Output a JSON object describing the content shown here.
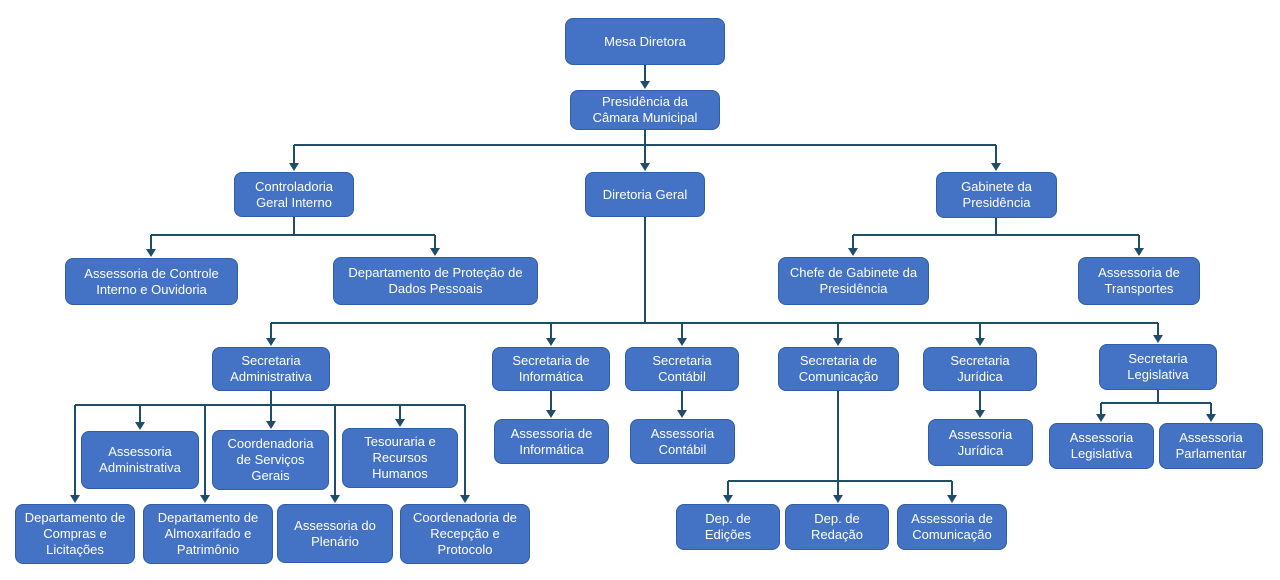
{
  "diagram_type": "org-chart",
  "colors": {
    "node_fill": "#4472C4",
    "node_border": "#2F5DA8",
    "node_text": "#FFFFFF",
    "connector": "#1F4E6B",
    "background": "#FFFFFF"
  },
  "org": {
    "mesa_diretora": "Mesa Diretora",
    "presidencia": "Presidência da Câmara Municipal",
    "controladoria": "Controladoria Geral Interno",
    "diretoria_geral": "Diretoria Geral",
    "gabinete": "Gabinete da Presidência",
    "ass_controle_interno": "Assessoria de Controle Interno e Ouvidoria",
    "dep_protecao_dados": "Departamento de Proteção de Dados Pessoais",
    "chefe_gabinete": "Chefe de Gabinete da Presidência",
    "ass_transportes": "Assessoria de Transportes",
    "sec_administrativa": "Secretaria Administrativa",
    "sec_informatica": "Secretaria de Informática",
    "sec_contabil": "Secretaria Contábil",
    "sec_comunicacao": "Secretaria de Comunicação",
    "sec_juridica": "Secretaria Jurídica",
    "sec_legislativa": "Secretaria Legislativa",
    "ass_administrativa": "Assessoria Administrativa",
    "coord_servicos_gerais": "Coordenadoria de Serviços Gerais",
    "tesouraria_rh": "Tesouraria e Recursos Humanos",
    "ass_informatica": "Assessoria de Informática",
    "ass_contabil": "Assessoria Contábil",
    "ass_juridica": "Assessoria Jurídica",
    "ass_legislativa": "Assessoria Legislativa",
    "ass_parlamentar": "Assessoria Parlamentar",
    "dep_compras_licitacoes": "Departamento de Compras e Licitações",
    "dep_almoxarifado_patrimonio": "Departamento de Almoxarifado e Patrimônio",
    "ass_plenario": "Assessoria do Plenário",
    "coord_recepcao_protocolo": "Coordenadoria de Recepção e Protocolo",
    "dep_edicoes": "Dep. de Edições",
    "dep_redacao": "Dep. de Redação",
    "ass_comunicacao": "Assessoria de Comunicação"
  },
  "edges": [
    [
      "mesa_diretora",
      "presidencia"
    ],
    [
      "presidencia",
      "controladoria"
    ],
    [
      "presidencia",
      "diretoria_geral"
    ],
    [
      "presidencia",
      "gabinete"
    ],
    [
      "controladoria",
      "ass_controle_interno"
    ],
    [
      "controladoria",
      "dep_protecao_dados"
    ],
    [
      "gabinete",
      "chefe_gabinete"
    ],
    [
      "gabinete",
      "ass_transportes"
    ],
    [
      "diretoria_geral",
      "sec_administrativa"
    ],
    [
      "diretoria_geral",
      "sec_informatica"
    ],
    [
      "diretoria_geral",
      "sec_contabil"
    ],
    [
      "diretoria_geral",
      "sec_comunicacao"
    ],
    [
      "diretoria_geral",
      "sec_juridica"
    ],
    [
      "diretoria_geral",
      "sec_legislativa"
    ],
    [
      "sec_administrativa",
      "ass_administrativa"
    ],
    [
      "sec_administrativa",
      "coord_servicos_gerais"
    ],
    [
      "sec_administrativa",
      "tesouraria_rh"
    ],
    [
      "sec_administrativa",
      "dep_compras_licitacoes"
    ],
    [
      "sec_administrativa",
      "dep_almoxarifado_patrimonio"
    ],
    [
      "sec_administrativa",
      "ass_plenario"
    ],
    [
      "sec_administrativa",
      "coord_recepcao_protocolo"
    ],
    [
      "sec_informatica",
      "ass_informatica"
    ],
    [
      "sec_contabil",
      "ass_contabil"
    ],
    [
      "sec_comunicacao",
      "dep_edicoes"
    ],
    [
      "sec_comunicacao",
      "dep_redacao"
    ],
    [
      "sec_comunicacao",
      "ass_comunicacao"
    ],
    [
      "sec_juridica",
      "ass_juridica"
    ],
    [
      "sec_legislativa",
      "ass_legislativa"
    ],
    [
      "sec_legislativa",
      "ass_parlamentar"
    ]
  ]
}
